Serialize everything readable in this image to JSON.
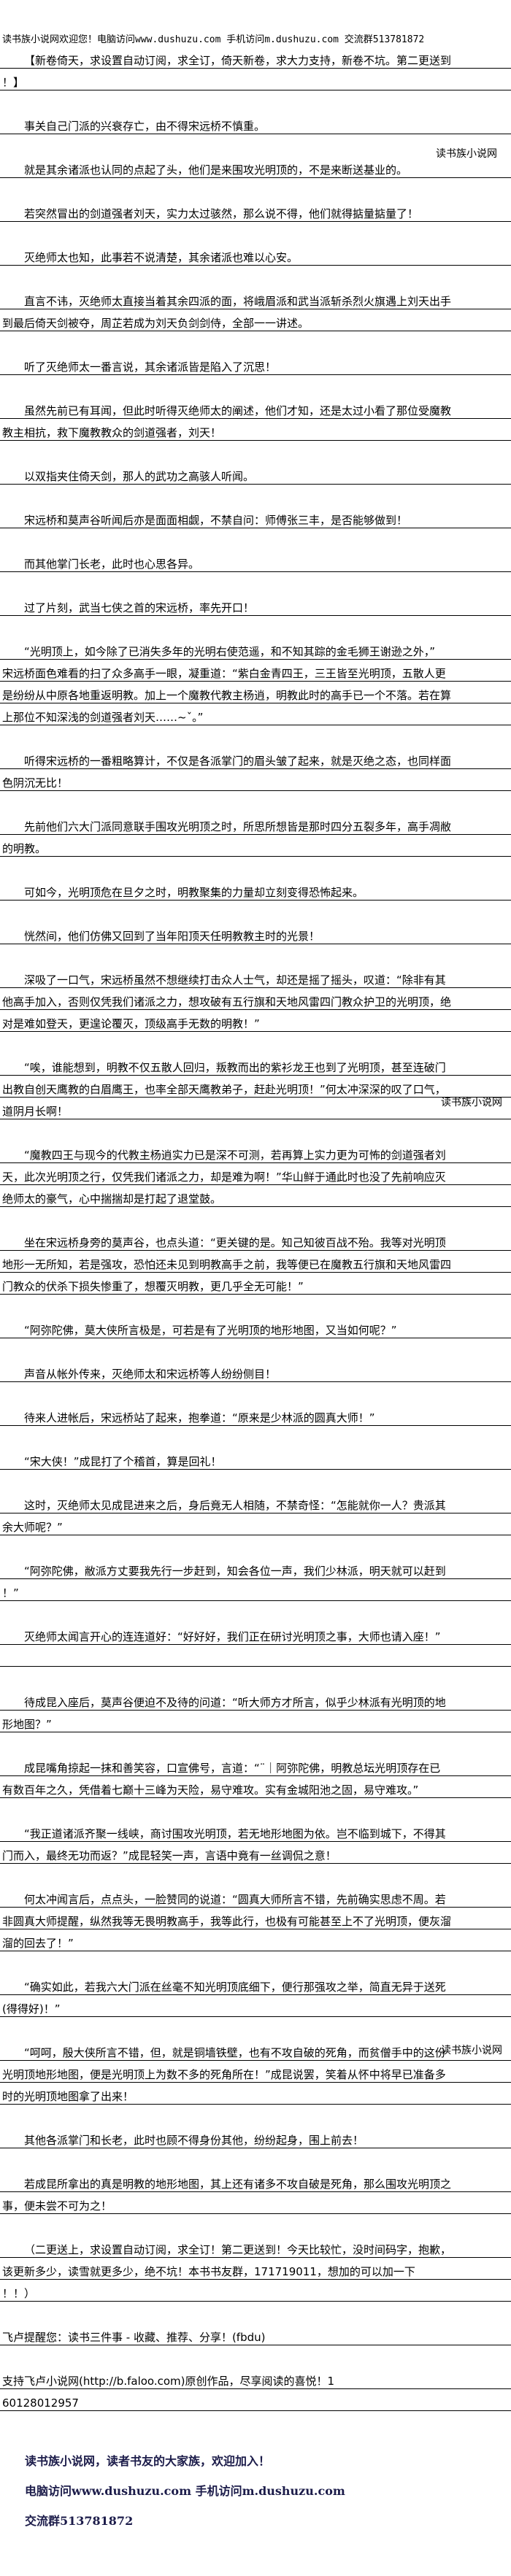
{
  "header": "读书族小说网欢迎您！电脑访问www.dushuzu.com 手机访问m.dushuzu.com 交流群513781872",
  "watermarks": [
    "读书族小说网",
    "读书族小说网",
    "读书族小说网"
  ],
  "paragraphs": [
    {
      "indent": true,
      "lines": [
        "【新卷倚天，求设置自动订阅，求全订，倚天新卷，求大力支持，新卷不坑。第二更送到",
        "！】"
      ]
    },
    {
      "indent": true,
      "lines": [
        "事关自己门派的兴衰存亡，由不得宋远桥不慎重。"
      ]
    },
    {
      "indent": true,
      "lines": [
        "就是其余诸派也认同的点起了头，他们是来围攻光明顶的，不是来断送基业的。"
      ]
    },
    {
      "indent": true,
      "lines": [
        "若突然冒出的剑道强者刘天，实力太过骇然，那么说不得，他们就得掂量掂量了！"
      ]
    },
    {
      "indent": true,
      "lines": [
        "灭绝师太也知，此事若不说清楚，其余诸派也难以心安。"
      ]
    },
    {
      "indent": true,
      "lines": [
        "直言不讳，灭绝师太直接当着其余四派的面，将峨眉派和武当派斩杀烈火旗遇上刘天出手",
        "到最后倚天剑被夺，周芷若成为刘天负剑剑侍，全部一一讲述。"
      ]
    },
    {
      "indent": true,
      "lines": [
        "听了灭绝师太一番言说，其余诸派皆是陷入了沉思！"
      ]
    },
    {
      "indent": true,
      "lines": [
        "虽然先前已有耳闻，但此时听得灭绝师太的阐述，他们才知，还是太过小看了那位受魔教",
        "教主相抗，救下魔教教众的剑道强者，刘天！"
      ]
    },
    {
      "indent": true,
      "lines": [
        "以双指夹住倚天剑，那人的武功之高骇人听闻。"
      ]
    },
    {
      "indent": true,
      "lines": [
        "宋远桥和莫声谷听闻后亦是面面相觑，不禁自问：师傅张三丰，是否能够做到！"
      ]
    },
    {
      "indent": true,
      "lines": [
        "而其他掌门长老，此时也心思各异。"
      ]
    },
    {
      "indent": true,
      "lines": [
        "过了片刻，武当七侠之首的宋远桥，率先开口！"
      ]
    },
    {
      "indent": true,
      "lines": [
        "“光明顶上，如今除了已消失多年的光明右使范遥，和不知其踪的金毛狮王谢逊之外，”",
        "宋远桥面色难看的扫了众多高手一眼，凝重道：“紫白金青四王，三王皆至光明顶，五散人更",
        "是纷纷从中原各地重返明教。加上一个魔教代教主杨逍，明教此时的高手已一个不落。若在算",
        "上那位不知深浅的剑道强者刘天……~ˇ。”"
      ]
    },
    {
      "indent": true,
      "lines": [
        "听得宋远桥的一番粗略算计，不仅是各派掌门的眉头皱了起来，就是灭绝之态，也同样面",
        "色阴沉无比！"
      ]
    },
    {
      "indent": true,
      "lines": [
        "先前他们六大门派同意联手围攻光明顶之时，所思所想皆是那时四分五裂多年，高手凋敝",
        "的明教。"
      ]
    },
    {
      "indent": true,
      "lines": [
        "可如今，光明顶危在旦夕之时，明教聚集的力量却立刻变得恐怖起来。"
      ]
    },
    {
      "indent": true,
      "lines": [
        "恍然间，他们仿佛又回到了当年阳顶天任明教教主时的光景！"
      ]
    },
    {
      "indent": true,
      "lines": [
        "深吸了一口气，宋远桥虽然不想继续打击众人士气，却还是摇了摇头，叹道：“除非有其",
        "他高手加入，否则仅凭我们诸派之力，想攻破有五行旗和天地风雷四门教众护卫的光明顶，绝",
        "对是难如登天，更遑论覆灭，顶级高手无数的明教！”"
      ]
    },
    {
      "indent": true,
      "lines": [
        "“唉，谁能想到，明教不仅五散人回归，叛教而出的紫衫龙王也到了光明顶，甚至连破门",
        "出教自创天鹰教的白眉鹰王，也率全部天鹰教弟子，赶赴光明顶！”何太冲深深的叹了口气，",
        "道阴月长啊！"
      ]
    },
    {
      "indent": true,
      "lines": [
        "“魔教四王与现今的代教主杨逍实力已是深不可测，若再算上实力更为可怖的剑道强者刘",
        "天，此次光明顶之行，仅凭我们诸派之力，却是难为啊！”华山鲜于通此时也没了先前响应灭",
        "绝师太的豪气，心中揣揣却是打起了退堂鼓。"
      ]
    },
    {
      "indent": true,
      "lines": [
        "坐在宋远桥身旁的莫声谷，也点头道：“更关键的是。知己知彼百战不殆。我等对光明顶",
        "地形一无所知，若是强攻，恐怕还未见到明教高手之前，我等便已在魔教五行旗和天地风雷四",
        "门教众的伏杀下损失惨重了，想覆灭明教，更几乎全无可能！”"
      ]
    },
    {
      "indent": true,
      "lines": [
        "“阿弥陀佛，莫大侠所言极是，可若是有了光明顶的地形地图，又当如何呢？”"
      ]
    },
    {
      "indent": true,
      "lines": [
        "声音从帐外传来，灭绝师太和宋远桥等人纷纷侧目！"
      ]
    },
    {
      "indent": true,
      "lines": [
        "待来人进帐后，宋远桥站了起来，抱拳道：“原来是少林派的圆真大师！”"
      ]
    },
    {
      "indent": true,
      "lines": [
        "“宋大侠！”成昆打了个稽首，算是回礼！"
      ]
    },
    {
      "indent": true,
      "lines": [
        "这时，灭绝师太见成昆进来之后，身后竟无人相随，不禁奇怪：“怎能就你一人？贵派其",
        "余大师呢？”"
      ]
    },
    {
      "indent": true,
      "lines": [
        "“阿弥陀佛，敝派方丈要我先行一步赶到，知会各位一声，我们少林派，明天就可以赶到",
        "！”"
      ]
    },
    {
      "indent": true,
      "lines": [
        "灭绝师太闻言开心的连连道好：“好好好，我们正在研讨光明顶之事，大师也请入座！”",
        ""
      ]
    },
    {
      "indent": true,
      "lines": [
        "待成昆入座后，莫声谷便迫不及待的问道：“听大师方才所言，似乎少林派有光明顶的地",
        "形地图？”"
      ]
    },
    {
      "indent": true,
      "lines": [
        "成昆嘴角掠起一抹和善笑容，口宣佛号，言道：“¨｜阿弥陀佛，明教总坛光明顶存在已",
        "有数百年之久，凭借着七巅十三峰为天险，易守难攻。实有金城阳池之固，易守难攻。”"
      ]
    },
    {
      "indent": true,
      "lines": [
        "“我正道诸派齐聚一线峡，商讨围攻光明顶，若无地形地图为依。岂不临到城下，不得其",
        "门而入，最终无功而返？”成昆轻笑一声，言语中竟有一丝调侃之意！"
      ]
    },
    {
      "indent": true,
      "lines": [
        "何太冲闻言后，点点头，一脸赞同的说道：“圆真大师所言不错，先前确实思虑不周。若",
        "非圆真大师提醒，纵然我等无畏明教高手，我等此行，也极有可能甚至上不了光明顶，便灰溜",
        "溜的回去了！”"
      ]
    },
    {
      "indent": true,
      "lines": [
        "“确实如此，若我六大门派在丝毫不知光明顶底细下，便行那强攻之举，简直无异于送死",
        "(得得好)！”"
      ]
    },
    {
      "indent": true,
      "lines": [
        "“呵呵，殷大侠所言不错，但，就是铜墙铁壁，也有不攻自破的死角，而贫僧手中的这份",
        "光明顶地形地图，便是光明顶上为数不多的死角所在！”成昆说罢，笑着从怀中将早已准备多",
        "时的光明顶地图拿了出来！"
      ]
    },
    {
      "indent": true,
      "lines": [
        "其他各派掌门和长老，此时也顾不得身份其他，纷纷起身，围上前去！"
      ]
    },
    {
      "indent": true,
      "lines": [
        "若成昆所拿出的真是明教的地形地图，其上还有诸多不攻自破是死角，那么围攻光明顶之",
        "事，便未尝不可为之！"
      ]
    },
    {
      "indent": true,
      "lines": [
        "（二更送上，求设置自动订阅，求全订！第二更送到！今天比较忙，没时间码字，抱歉，",
        "该更新多少，读雪就更多少，绝不坑！本书书友群，171719011，想加的可以加一下",
        "！！）"
      ]
    },
    {
      "indent": false,
      "lines": [
        "飞卢提醒您：读书三件事 - 收藏、推荐、分享！(fbdu)"
      ]
    },
    {
      "indent": false,
      "lines": [
        "支持飞卢小说网(http://b.faloo.com)原创作品，尽享阅读的喜悦！1",
        "60128012957"
      ]
    }
  ],
  "footer": {
    "line1": "读书族小说网，读者书友的大家族，欢迎加入！",
    "line2": "电脑访问www.dushuzu.com 手机访问m.dushuzu.com",
    "line3": "交流群513781872"
  }
}
